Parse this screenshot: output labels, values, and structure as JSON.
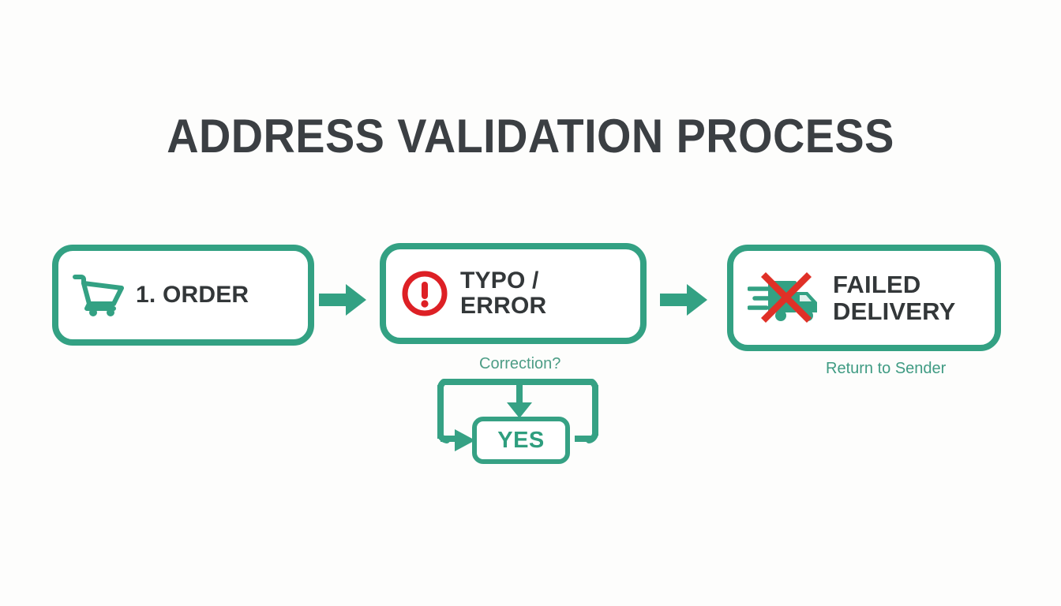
{
  "page": {
    "title": "ADDRESS VALIDATION PROCESS",
    "background_color": "#fdfdfc",
    "accent_color": "#33a183",
    "error_color": "#dd2025",
    "text_color": "#333739"
  },
  "diagram": {
    "type": "flowchart",
    "nodes": [
      {
        "id": "order",
        "label": "1. ORDER",
        "icon": "shopping-cart-icon",
        "icon_color": "#33a183"
      },
      {
        "id": "typo",
        "label": "TYPO / ERROR",
        "icon": "error-circle-icon",
        "icon_color": "#dd2025"
      },
      {
        "id": "failed",
        "label_line1": "FAILED",
        "label_line2": "DELIVERY",
        "icon": "failed-truck-icon",
        "icon_color": "#33a183",
        "cross_color": "#e03027"
      }
    ],
    "connectors": [
      {
        "id": "order-to-typo",
        "icon": "right-arrow-icon",
        "color": "#33a183"
      },
      {
        "id": "typo-to-failed",
        "icon": "right-arrow-icon",
        "color": "#33a183"
      }
    ],
    "loop": {
      "caption": "Correction?",
      "decision_label": "YES",
      "color": "#36a184"
    },
    "annotations": [
      {
        "id": "return-to-sender",
        "text": "Return to Sender",
        "color": "#3f9b83"
      }
    ]
  }
}
